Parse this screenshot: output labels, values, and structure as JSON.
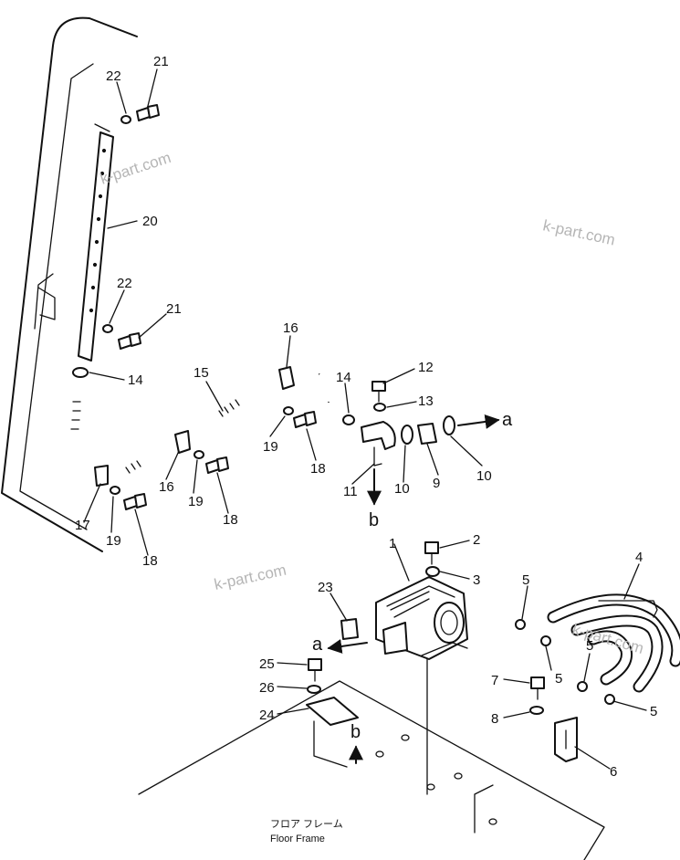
{
  "watermark": "k-part.com",
  "caption_jp": "フロア フレーム",
  "caption_en": "Floor Frame",
  "arrow_labels": {
    "a": "a",
    "b": "b"
  },
  "callouts": [
    "1",
    "2",
    "3",
    "4",
    "5",
    "6",
    "7",
    "8",
    "9",
    "10",
    "11",
    "12",
    "13",
    "14",
    "15",
    "16",
    "17",
    "18",
    "19",
    "20",
    "21",
    "22",
    "23",
    "24",
    "25",
    "26"
  ]
}
